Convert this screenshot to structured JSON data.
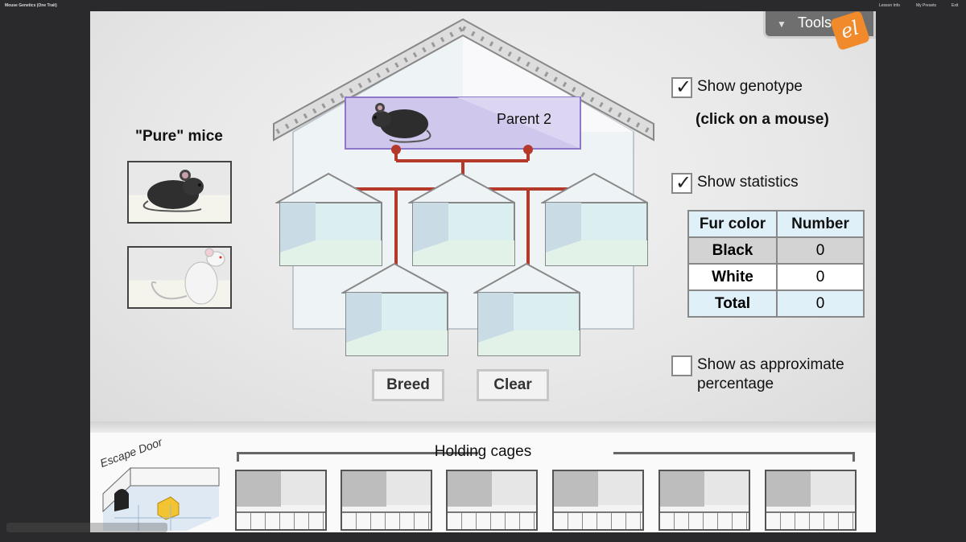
{
  "window": {
    "title": "Mouse Genetics (One Trait)",
    "menus": [
      "Lesson Info",
      "My Presets",
      "Exit"
    ]
  },
  "tools": {
    "label": "Tools",
    "logo_text": "el",
    "accent": "#f08a2a"
  },
  "pure_mice": {
    "title": "\"Pure\" mice",
    "items": [
      {
        "fur": "black",
        "name": "black-pure-mouse"
      },
      {
        "fur": "white",
        "name": "white-pure-mouse"
      }
    ]
  },
  "breeding": {
    "parent2_label": "Parent 2",
    "offspring_cages": 5,
    "line_color": "#b5392a"
  },
  "buttons": {
    "breed": "Breed",
    "clear": "Clear"
  },
  "options": {
    "show_genotype": {
      "label": "Show genotype",
      "checked": true
    },
    "click_hint": "(click on a mouse)",
    "show_statistics": {
      "label": "Show statistics",
      "checked": true
    },
    "show_percentage": {
      "label_line1": "Show as approximate",
      "label_line2": "percentage",
      "checked": false
    }
  },
  "stats": {
    "headers": [
      "Fur color",
      "Number"
    ],
    "rows": [
      {
        "label": "Black",
        "value": "0"
      },
      {
        "label": "White",
        "value": "0"
      },
      {
        "label": "Total",
        "value": "0"
      }
    ]
  },
  "holding": {
    "label": "Holding cages",
    "count": 6
  },
  "escape": {
    "label": "Escape Door"
  }
}
